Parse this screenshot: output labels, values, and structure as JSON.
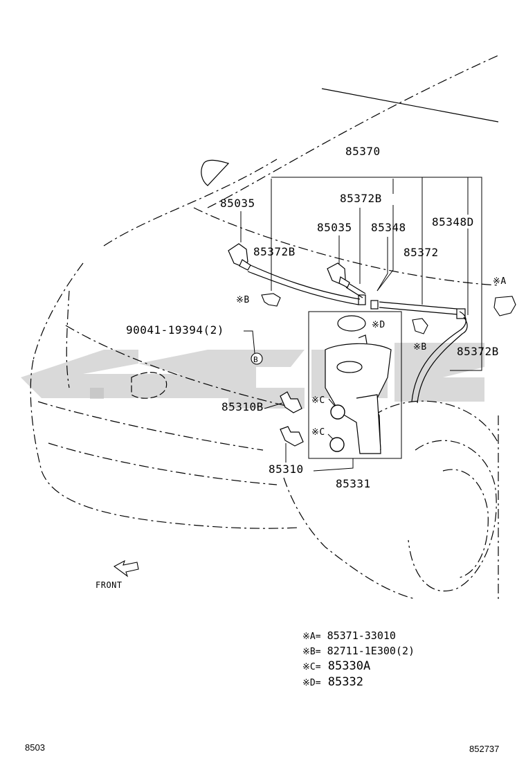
{
  "parts": {
    "p85370": "85370",
    "p85035_left": "85035",
    "p85372B_top": "85372B",
    "p85035_mid": "85035",
    "p85348": "85348",
    "p85348D": "85348D",
    "p85372B_left": "85372B",
    "p85372": "85372",
    "markA": "※A",
    "markB_left": "※B",
    "markD": "※D",
    "markB_right": "※B",
    "p85372B_right": "85372B",
    "p90041": "90041-19394(2)",
    "markB_circle": "B",
    "markC_upper": "※C",
    "p85310B": "85310B",
    "markC_lower": "※C",
    "p85310": "85310",
    "p85331": "85331",
    "front": "FRONT"
  },
  "legend": [
    {
      "mark": "※A=",
      "value": "85371-33010"
    },
    {
      "mark": "※B=",
      "value": "82711-1E300(2)"
    },
    {
      "mark": "※C=",
      "value": "85330A"
    },
    {
      "mark": "※D=",
      "value": "85332"
    }
  ],
  "footer": {
    "left": "8503",
    "right": "852737"
  },
  "colors": {
    "line": "#000000",
    "watermark": "#b9b9b9"
  }
}
